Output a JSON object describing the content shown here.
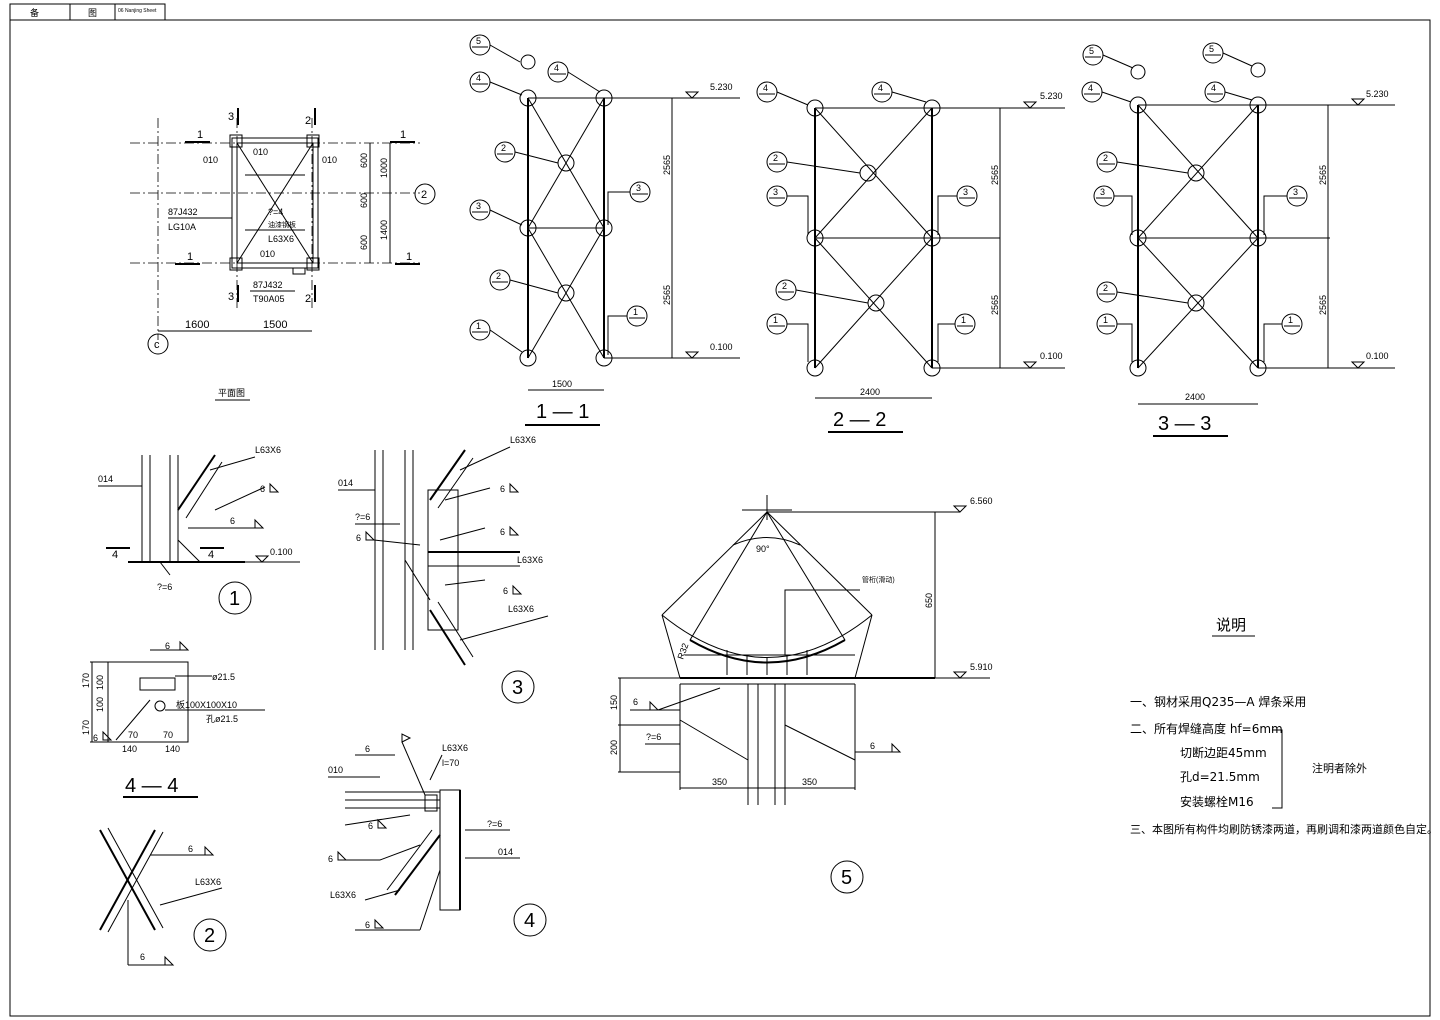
{
  "title_block": {
    "cells": [
      "备",
      "图",
      "",
      "06 Nanjing Sheet"
    ]
  },
  "plan": {
    "title": "平面图",
    "labels": [
      "010",
      "010",
      "010",
      "87J432",
      "LG10A",
      "?=4",
      "油漆钢板",
      "L63X6",
      "010",
      "87J432",
      "T90A05"
    ],
    "dims_right": [
      "600",
      "600",
      "600",
      "1000",
      "1400"
    ],
    "dims_bottom": [
      "1600",
      "1500"
    ],
    "section_marks": [
      "1",
      "1",
      "1",
      "1",
      "3",
      "3",
      "2",
      "2"
    ],
    "axis_2": "2",
    "axis_c": "c"
  },
  "elevations": [
    {
      "title": "1 — 1",
      "width": "1500",
      "dims": [
        "2565",
        "2565"
      ],
      "levels": [
        "5.230",
        "0.100"
      ]
    },
    {
      "title": "2 — 2",
      "width": "2400",
      "dims": [
        "2565",
        "2565"
      ],
      "levels": [
        "5.230",
        "0.100"
      ]
    },
    {
      "title": "3 — 3",
      "width": "2400",
      "dims": [
        "2565",
        "2565"
      ],
      "levels": [
        "5.230",
        "0.100"
      ]
    }
  ],
  "detail_marks": [
    "1",
    "2",
    "3",
    "4",
    "5"
  ],
  "detail1": {
    "labels": [
      "014",
      "L63X6",
      "6",
      "6",
      "4",
      "4",
      "?=6",
      "0.100"
    ],
    "num": "1"
  },
  "detail2": {
    "labels": [
      "6",
      "L63X6",
      "6"
    ],
    "num": "2"
  },
  "detail3": {
    "labels": [
      "014",
      "L63X6",
      "6",
      "?=6",
      "6",
      "6",
      "L63X6",
      "6",
      "L63X6"
    ],
    "num": "3"
  },
  "detail4": {
    "labels": [
      "6",
      "L63X6",
      "l=70",
      "010",
      "6",
      "?=6",
      "6",
      "014",
      "L63X6",
      "6"
    ],
    "num": "4"
  },
  "section44": {
    "title": "4 — 4",
    "labels": [
      "6",
      "ø21.5",
      "板100X100X10",
      "孔ø21.5",
      "6"
    ],
    "dims": [
      "170",
      "170",
      "100",
      "100",
      "70",
      "70",
      "140",
      "140"
    ]
  },
  "detail5": {
    "labels": [
      "6.560",
      "90°",
      "管桁(滑动)",
      "650",
      "5.910",
      "R32",
      "150",
      "6",
      "200",
      "?=6",
      "350",
      "350",
      "6"
    ],
    "num": "5"
  },
  "notes": {
    "heading": "说明",
    "lines": [
      "一、钢材采用Q235—A  焊条采用",
      "二、所有焊缝高度 hf=6mm",
      "切断边距45mm",
      "孔d=21.5mm",
      "安装螺栓M16",
      "三、本图所有构件均刷防锈漆两道，再刷调和漆两道颜色自定。"
    ],
    "bracket_note": "注明者除外"
  }
}
